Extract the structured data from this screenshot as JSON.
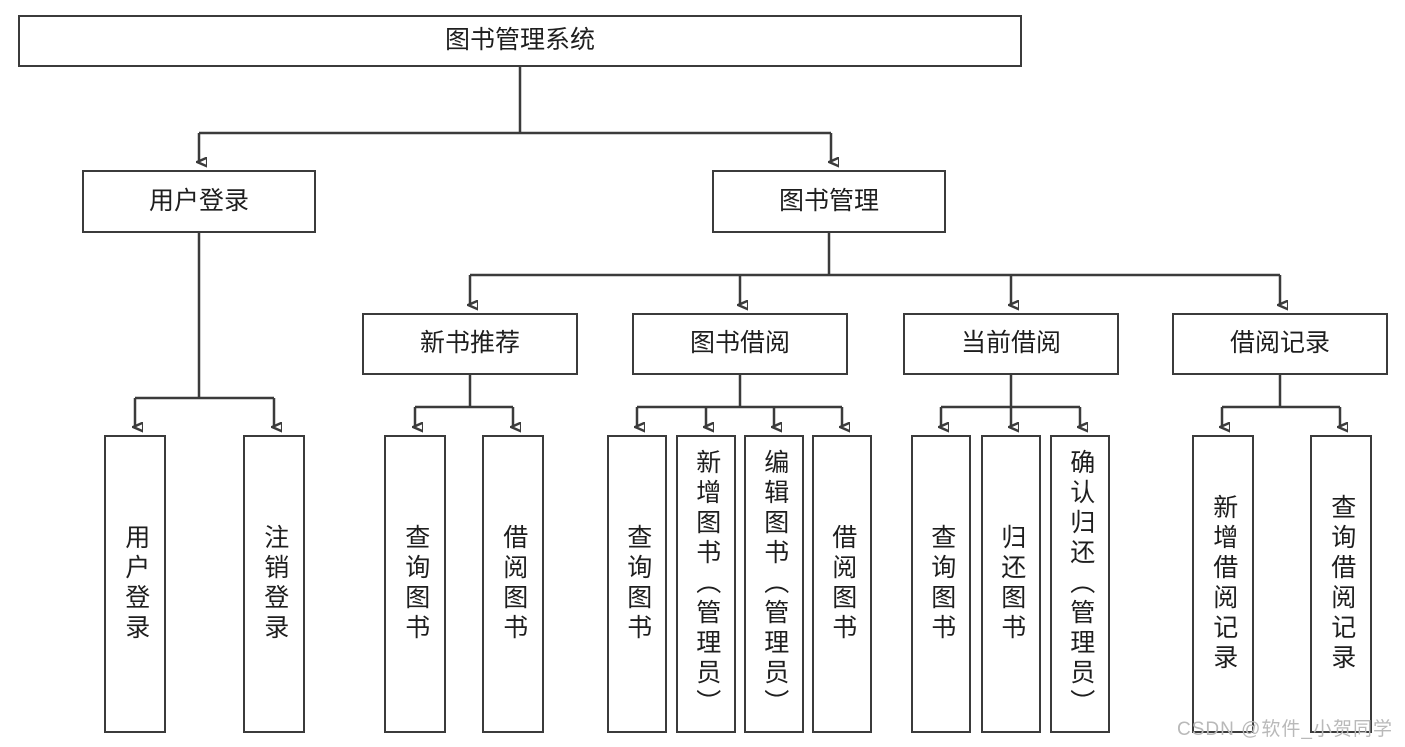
{
  "diagram": {
    "title": "图书管理系统",
    "type": "tree",
    "root": {
      "label": "图书管理系统"
    },
    "level2": [
      {
        "label": "用户登录"
      },
      {
        "label": "图书管理"
      }
    ],
    "level3": [
      {
        "label": "新书推荐"
      },
      {
        "label": "图书借阅"
      },
      {
        "label": "当前借阅"
      },
      {
        "label": "借阅记录"
      }
    ],
    "leaves": {
      "user_login": [
        {
          "label": "用户登录"
        },
        {
          "label": "注销登录"
        }
      ],
      "new_book_recommend": [
        {
          "label": "查询图书"
        },
        {
          "label": "借阅图书"
        }
      ],
      "book_borrow": [
        {
          "label": "查询图书"
        },
        {
          "label": "新增图书（管理员）"
        },
        {
          "label": "编辑图书（管理员）"
        },
        {
          "label": "借阅图书"
        }
      ],
      "current_borrow": [
        {
          "label": "查询图书"
        },
        {
          "label": "归还图书"
        },
        {
          "label": "确认归还（管理员）"
        }
      ],
      "borrow_records": [
        {
          "label": "新增借阅记录"
        },
        {
          "label": "查询借阅记录"
        }
      ]
    }
  },
  "watermark": {
    "text": "CSDN @软件_小贺同学"
  },
  "colors": {
    "stroke": "#3b3b3b",
    "background": "#ffffff",
    "text": "#1e1e1e",
    "watermark": "#b9b9b9"
  }
}
